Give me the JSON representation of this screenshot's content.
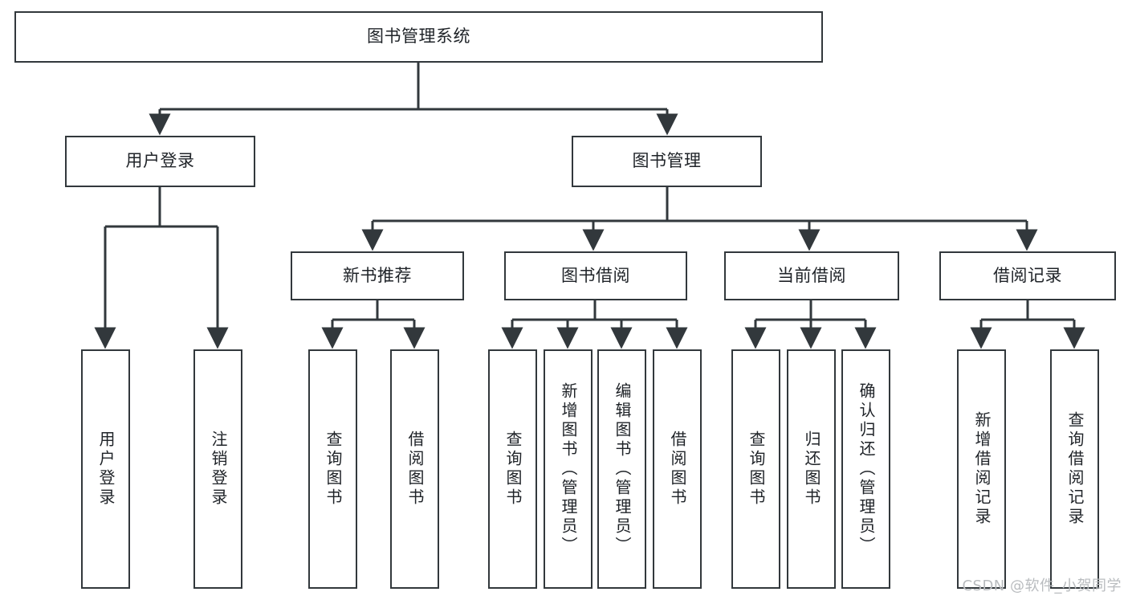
{
  "diagram": {
    "type": "tree-hierarchy-chart",
    "title_text": "图书管理系统",
    "stroke_color": "#32383c",
    "text_color": "#1f2328",
    "background_color": "#ffffff",
    "watermark": "CSDN @软件_小贺同学",
    "nodes": {
      "root": {
        "label": "图书管理系统"
      },
      "level1": [
        {
          "id": "user-login",
          "label": "用户登录"
        },
        {
          "id": "book-manage",
          "label": "图书管理"
        }
      ],
      "level2": [
        {
          "id": "new-book-recommend",
          "label": "新书推荐"
        },
        {
          "id": "book-borrow",
          "label": "图书借阅"
        },
        {
          "id": "current-borrow",
          "label": "当前借阅"
        },
        {
          "id": "borrow-record",
          "label": "借阅记录"
        }
      ],
      "leaves": {
        "user-login": [
          {
            "id": "leaf-user-login",
            "label": "用户登录"
          },
          {
            "id": "leaf-logout-login",
            "label": "注销登录"
          }
        ],
        "new-book-recommend": [
          {
            "id": "leaf-query-book-1",
            "label": "查询图书"
          },
          {
            "id": "leaf-borrow-book-1",
            "label": "借阅图书"
          }
        ],
        "book-borrow": [
          {
            "id": "leaf-query-book-2",
            "label": "查询图书"
          },
          {
            "id": "leaf-add-book",
            "label": "新增图书（管理员）"
          },
          {
            "id": "leaf-edit-book",
            "label": "编辑图书（管理员）"
          },
          {
            "id": "leaf-borrow-book-2",
            "label": "借阅图书"
          }
        ],
        "current-borrow": [
          {
            "id": "leaf-query-book-3",
            "label": "查询图书"
          },
          {
            "id": "leaf-return-book",
            "label": "归还图书"
          },
          {
            "id": "leaf-confirm-return",
            "label": "确认归还（管理员）"
          }
        ],
        "borrow-record": [
          {
            "id": "leaf-add-record",
            "label": "新增借阅记录"
          },
          {
            "id": "leaf-query-record",
            "label": "查询借阅记录"
          }
        ]
      }
    }
  }
}
